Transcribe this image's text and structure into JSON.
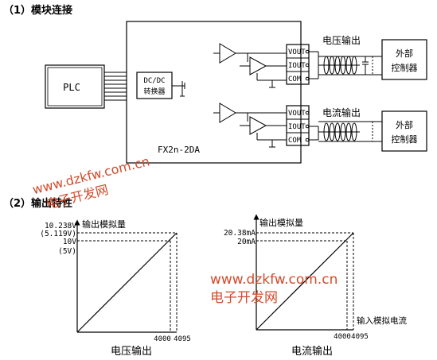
{
  "section1_title": "（1）模块连接",
  "section2_title": "（2）输出特性",
  "plc_label": "PLC",
  "converter_line1": "DC/DC",
  "converter_line2": "转换器",
  "module_name": "FX2n-2DA",
  "channel_top": {
    "pins": [
      "VOUT",
      "IOUT",
      "COM"
    ],
    "output_label": "电压输出",
    "controller_line1": "外部",
    "controller_line2": "控制器"
  },
  "channel_bottom": {
    "pins": [
      "VOUT",
      "IOUT",
      "COM"
    ],
    "output_label": "电流输出",
    "controller_line1": "外部",
    "controller_line2": "控制器"
  },
  "watermark_left_line1": "www.dzkfw.com.cn",
  "watermark_left_line2": "电子开发网",
  "watermark_right_line1": "www.dzkfw.com.cn",
  "watermark_right_line2": "电子开发网",
  "voltage_chart": {
    "y_axis_title": "输出模拟量",
    "y_ticks": [
      "10.238V",
      "(5.119V)",
      "10V",
      "(5V)"
    ],
    "x_ticks": [
      "4000",
      "4095"
    ],
    "caption": "电压输出"
  },
  "current_chart": {
    "y_axis_title": "输出模拟量",
    "y_ticks": [
      "20.38mA",
      "20mA"
    ],
    "x_ticks": [
      "4000",
      "4095"
    ],
    "x_axis_title": "输入模拟电流",
    "caption": "电流输出"
  },
  "colors": {
    "line": "#000000",
    "watermark": "#d24a2a"
  }
}
